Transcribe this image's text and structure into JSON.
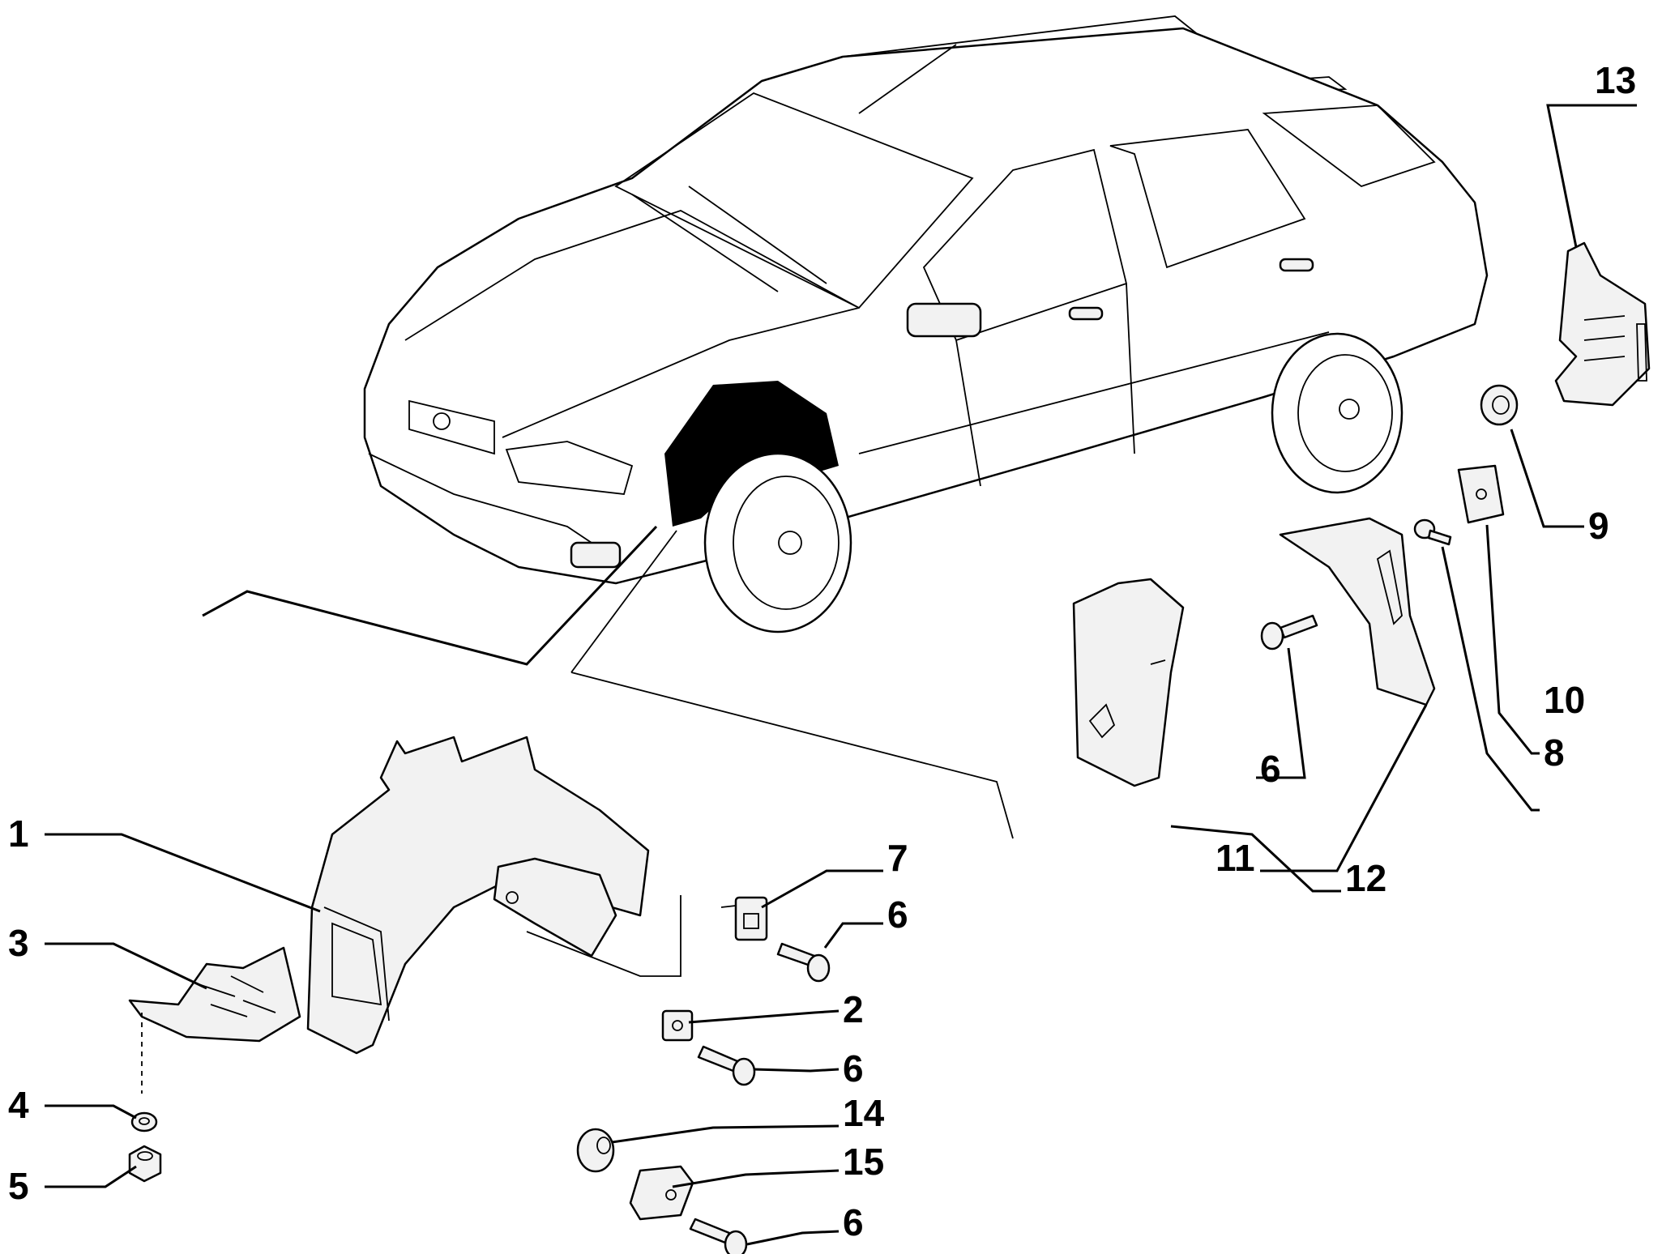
{
  "diagram": {
    "callouts": [
      {
        "id": "c1",
        "label": "1"
      },
      {
        "id": "c2",
        "label": "2"
      },
      {
        "id": "c3",
        "label": "3"
      },
      {
        "id": "c4",
        "label": "4"
      },
      {
        "id": "c5",
        "label": "5"
      },
      {
        "id": "c6a",
        "label": "6"
      },
      {
        "id": "c6b",
        "label": "6"
      },
      {
        "id": "c6c",
        "label": "6"
      },
      {
        "id": "c6d",
        "label": "6"
      },
      {
        "id": "c7",
        "label": "7"
      },
      {
        "id": "c8",
        "label": "8"
      },
      {
        "id": "c9",
        "label": "9"
      },
      {
        "id": "c10",
        "label": "10"
      },
      {
        "id": "c11",
        "label": "11"
      },
      {
        "id": "c12",
        "label": "12"
      },
      {
        "id": "c13",
        "label": "13"
      },
      {
        "id": "c14",
        "label": "14"
      },
      {
        "id": "c15",
        "label": "15"
      }
    ]
  }
}
